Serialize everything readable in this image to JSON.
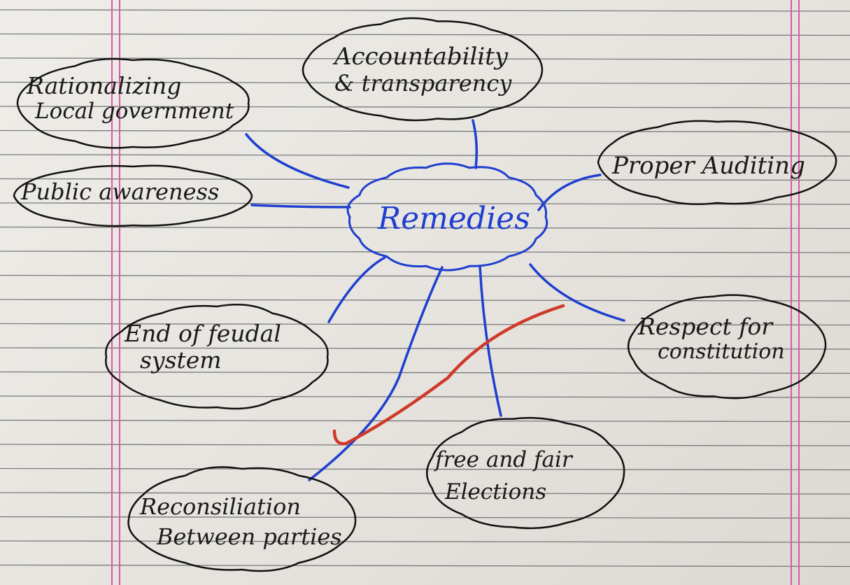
{
  "center": {
    "label": "Remedies"
  },
  "nodes": [
    {
      "id": "rationalizing",
      "line1": "Rationalizing",
      "line2": "Local government"
    },
    {
      "id": "accountability",
      "line1": "Accountability",
      "line2": "& transparency"
    },
    {
      "id": "auditing",
      "line1": "Proper Auditing",
      "line2": ""
    },
    {
      "id": "awareness",
      "line1": "Public awareness",
      "line2": ""
    },
    {
      "id": "feudal",
      "line1": "End of feudal",
      "line2": "system"
    },
    {
      "id": "constitution",
      "line1": "Respect for",
      "line2": "constitution"
    },
    {
      "id": "elections",
      "line1": "free and fair",
      "line2": "Elections"
    },
    {
      "id": "reconciliation",
      "line1": "Reconsiliation",
      "line2": "Between parties"
    }
  ],
  "colors": {
    "connector": "#1f3fcf",
    "outline": "#111111",
    "red_mark": "#d03a2a",
    "margin_line": "#d65aa8",
    "ruled_line": "#55575e"
  }
}
